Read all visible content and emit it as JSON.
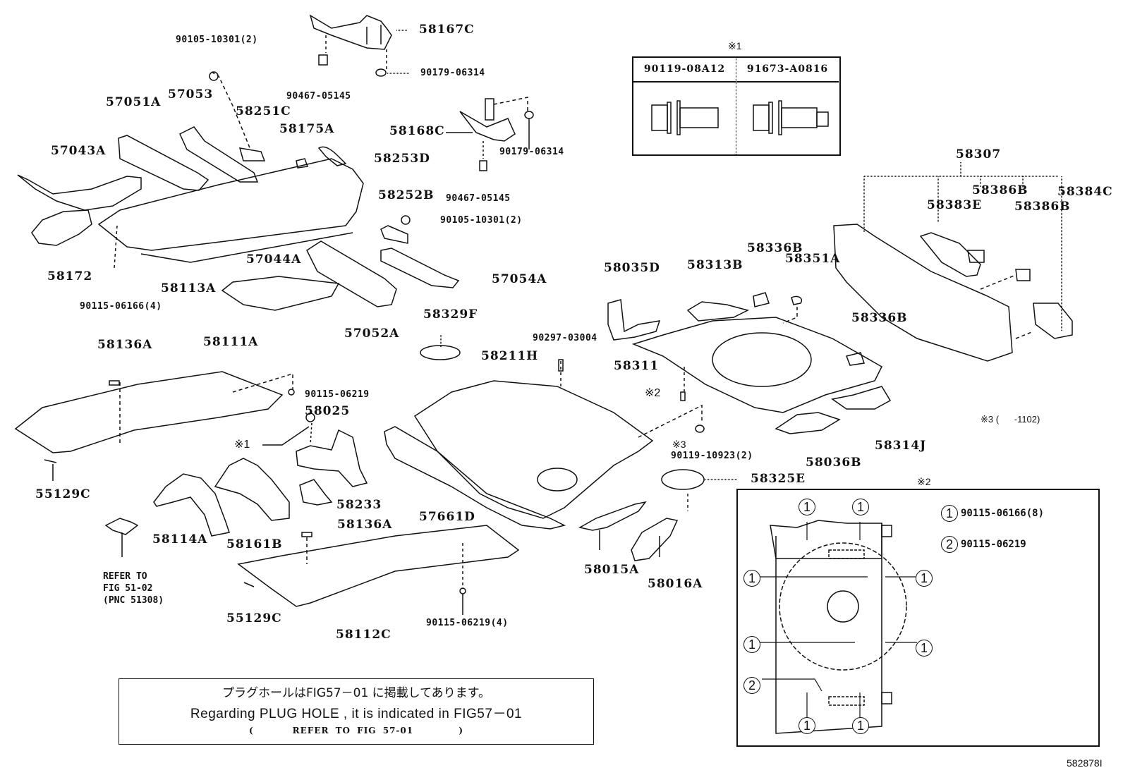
{
  "diagram": {
    "title": "Floor Pan & Lower Back Panel — Parts Illustration",
    "figure_number": "582878I",
    "part_labels": {
      "p90105_10301_top": "90105-10301(2)",
      "p57051A": "57051A",
      "p57053": "57053",
      "p58251C": "58251C",
      "p57043A": "57043A",
      "p58175A": "58175A",
      "p58253D": "58253D",
      "p58167C": "58167C",
      "p90179_06314_a": "90179-06314",
      "p90467_05145_a": "90467-05145",
      "p58168C": "58168C",
      "p90179_06314_b": "90179-06314",
      "p90467_05145_b": "90467-05145",
      "p58252B": "58252B",
      "p90105_10301_mid": "90105-10301(2)",
      "p58172": "58172",
      "p58113A": "58113A",
      "p90115_06166_4": "90115-06166(4)",
      "p57044A": "57044A",
      "p57054A": "57054A",
      "p57052A": "57052A",
      "p58329F": "58329F",
      "p58211H": "58211H",
      "p90297_03004": "90297-03004",
      "p58136A_top": "58136A",
      "p58111A": "58111A",
      "p90115_06219_a": "90115-06219",
      "p58025": "58025",
      "ref1_callout": "※1",
      "p55129C_a": "55129C",
      "p58233": "58233",
      "p58114A": "58114A",
      "p58161B": "58161B",
      "p58136A_bot": "58136A",
      "p55129C_b": "55129C",
      "p58112C": "58112C",
      "p90115_06219_4": "90115-06219(4)",
      "p57661D": "57661D",
      "p58015A": "58015A",
      "p58016A": "58016A",
      "p58035D": "58035D",
      "p58313B": "58313B",
      "p58336B_a": "58336B",
      "p58351A": "58351A",
      "p58336B_b": "58336B",
      "p58311": "58311",
      "ref2_callout": "※2",
      "ref3_mark": "※3",
      "p90119_10923": "90119-10923(2)",
      "p58325E": "58325E",
      "p58036B": "58036B",
      "p58314J": "58314J",
      "p58307": "58307",
      "p58386B_a": "58386B",
      "p58383E": "58383E",
      "p58386B_b": "58386B",
      "p58384C": "58384C",
      "ref3_note": "※3 (      -1102)"
    },
    "refer_to_fig": "REFER TO\nFIG 51-02\n(PNC 51308)",
    "ref1_table": {
      "title": "※1",
      "columns": [
        "90119-08A12",
        "91673-A0816"
      ]
    },
    "plug_hole_note": {
      "japanese": "プラグホールはFIG57－01 に掲載してあります。",
      "english": "Regarding  PLUG  HOLE  ,  it  is  indicated  in  FIG57－01",
      "refer": "(      REFER TO FIG 57-01       )"
    },
    "ref2_detail": {
      "title": "※2",
      "legend": [
        {
          "marker": "1",
          "part": "90115-06166(8)"
        },
        {
          "marker": "2",
          "part": "90115-06219"
        }
      ],
      "markers": [
        "1",
        "1",
        "1",
        "1",
        "1",
        "1",
        "2",
        "1",
        "1"
      ]
    }
  }
}
